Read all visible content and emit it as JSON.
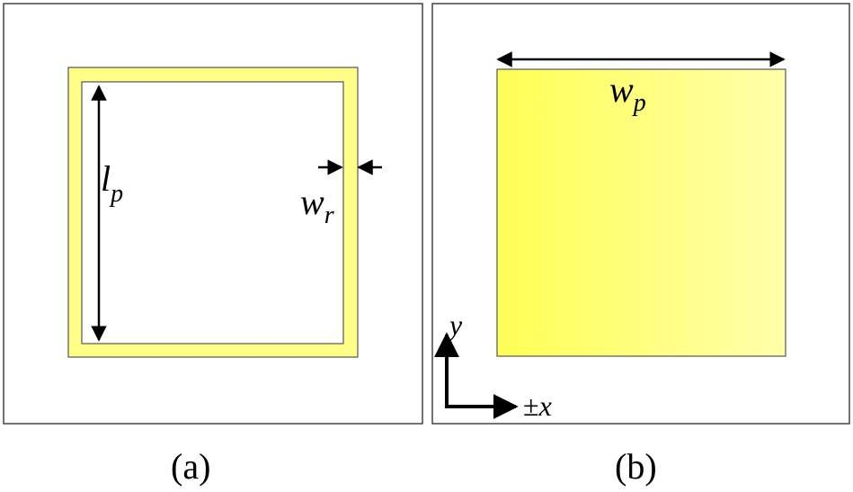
{
  "panel_a": {
    "label_lp_main": "l",
    "label_lp_sub": "p",
    "label_wr_main": "w",
    "label_wr_sub": "r",
    "caption": "(a)"
  },
  "panel_b": {
    "label_wp_main": "w",
    "label_wp_sub": "p",
    "axis_y": "y",
    "axis_x_prefix": "±",
    "axis_x": "x",
    "caption": "(b)"
  },
  "colors": {
    "copper": "#ffff88",
    "copper_edge": "#555555",
    "border": "#444444"
  }
}
